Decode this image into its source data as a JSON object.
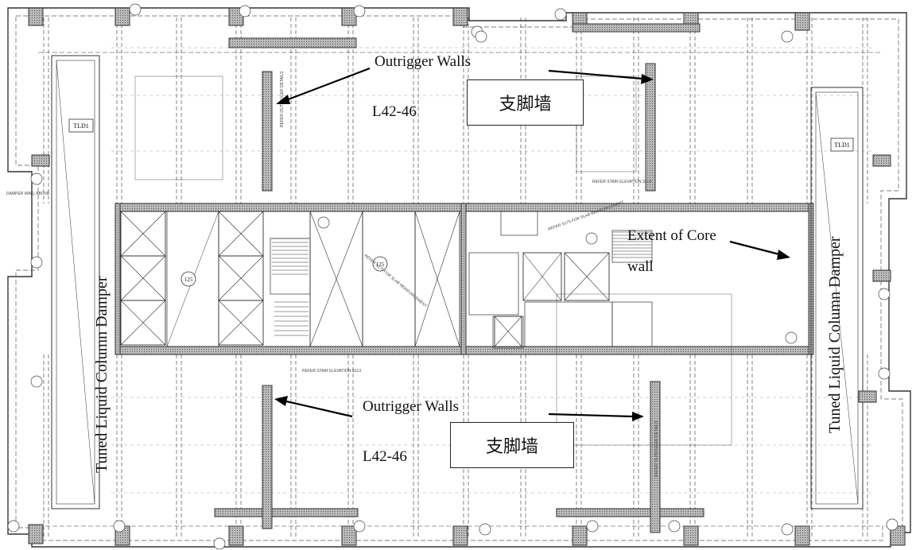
{
  "annotations": {
    "outrigger_top": "Outrigger Walls",
    "level_top": "L42-46",
    "chinese_top": "支脚墙",
    "outrigger_bottom": "Outrigger Walls",
    "level_bottom": "L42-46",
    "chinese_bottom": "支脚墙",
    "core_extent_line1": "Extent of Core",
    "core_extent_line2": "wall",
    "tlcd_left": "Tuned Liquid Column Damper",
    "tlcd_right": "Tuned Liquid Column Damper"
  },
  "drawing_labels": {
    "tld_left": "TLD1",
    "tld_right": "TLD1",
    "slab_125_a": "125",
    "slab_125_b": "125",
    "damper_note": "DAMPER WALL ABOVE",
    "hidden_stair_note": "REFER STAIR ELEVATION S113",
    "stair_note_bottom": "REFER STAIR ELEVATION S113",
    "slab_reinf_note": "REFER S175 FOR SLAB REINFORCEMENT",
    "outrigger_detail_note": "REFER OUTRIGGER DETAILS"
  }
}
